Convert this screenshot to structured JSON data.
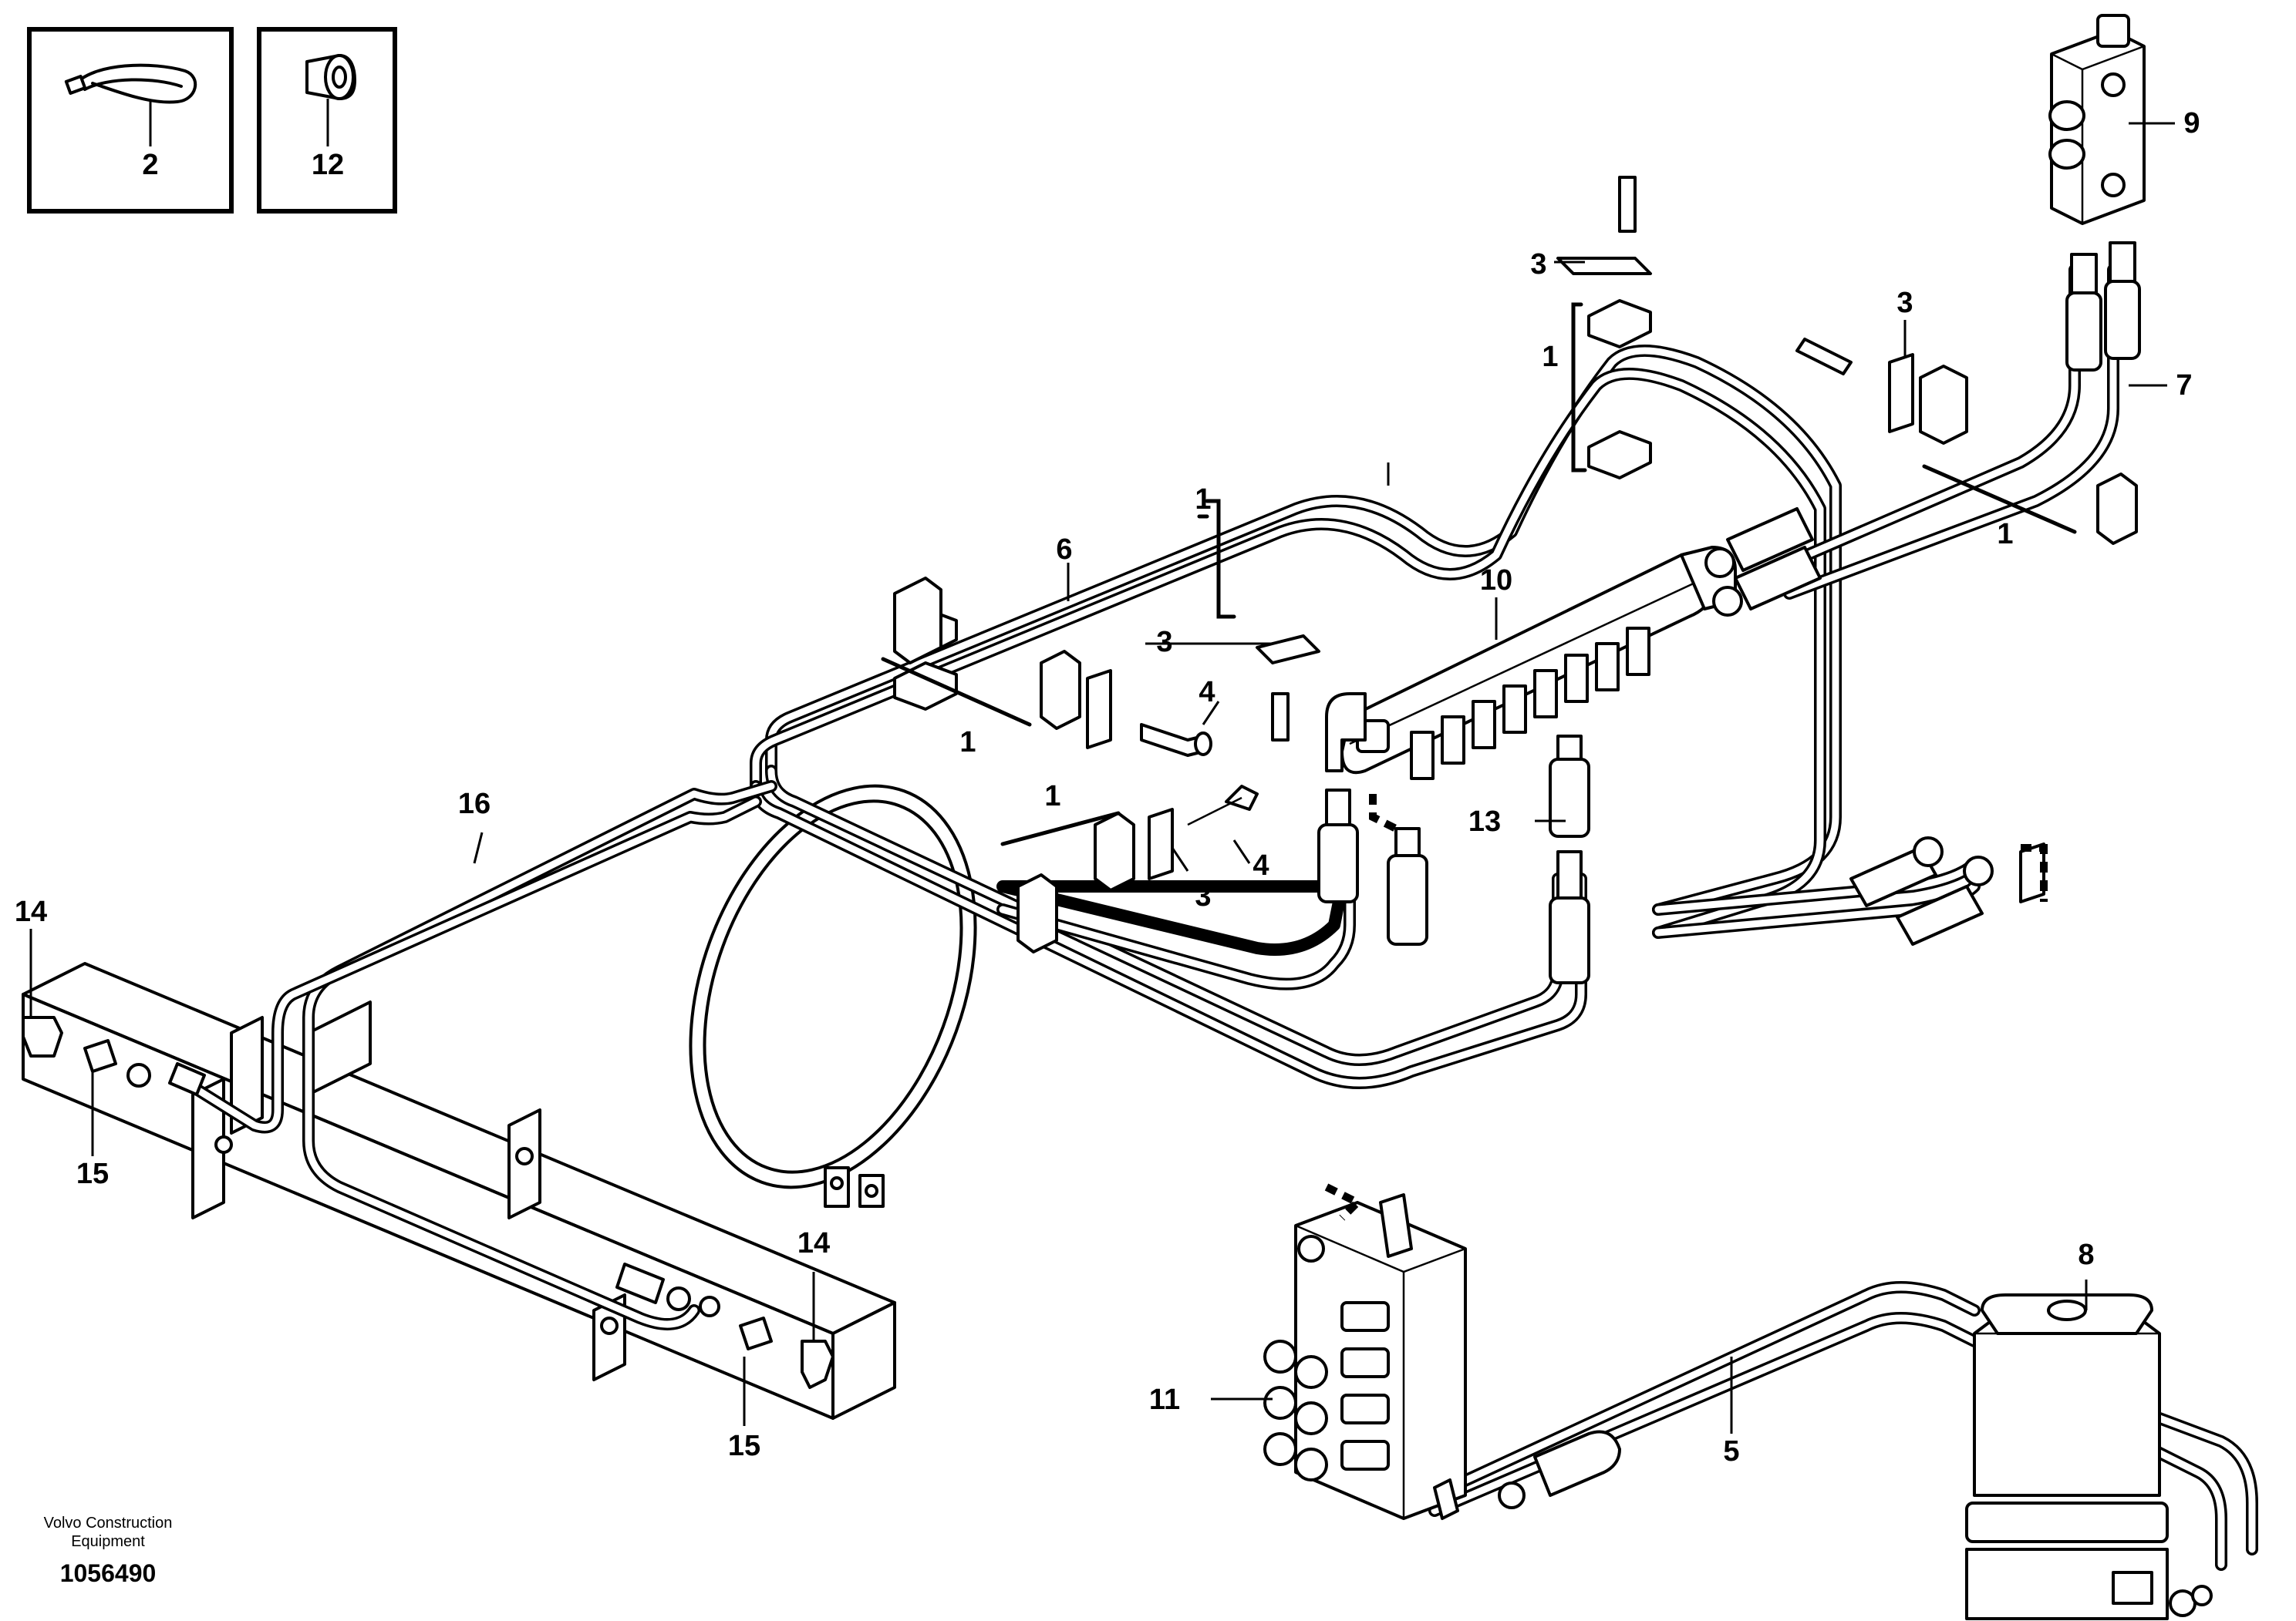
{
  "inset_labels": [
    "2",
    "12"
  ],
  "callouts": [
    "1",
    "1",
    "1",
    "1",
    "1",
    "3",
    "3",
    "3",
    "3",
    "4",
    "4",
    "5",
    "6",
    "7",
    "8",
    "9",
    "10",
    "11",
    "13",
    "14",
    "14",
    "15",
    "15",
    "16"
  ],
  "footer": {
    "company_line1": "Volvo Construction",
    "company_line2": "Equipment",
    "drawing_number": "1056490"
  }
}
